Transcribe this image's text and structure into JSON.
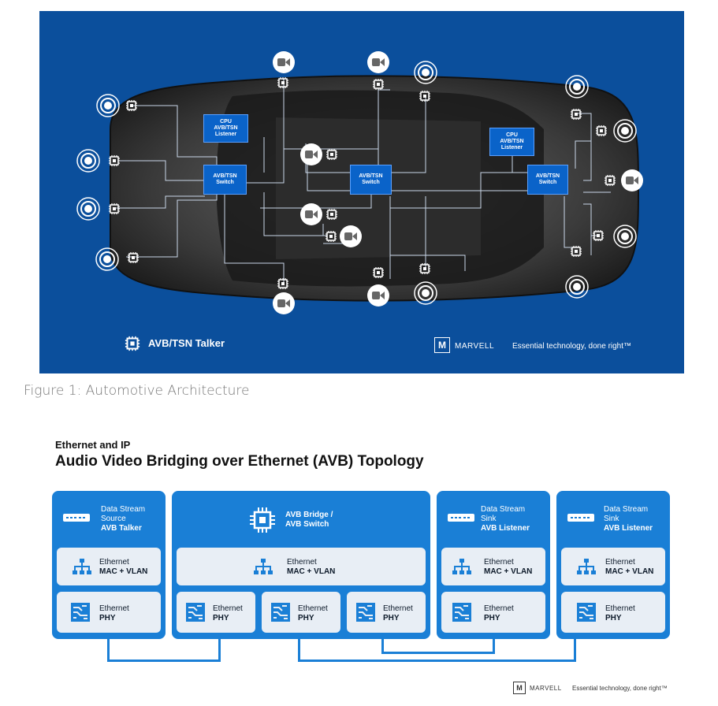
{
  "figure1": {
    "boxes": {
      "cpu_left": [
        "CPU",
        "AVB/TSN",
        "Listener"
      ],
      "switch_left": [
        "AVB/TSN",
        "Switch"
      ],
      "switch_center": [
        "AVB/TSN",
        "Switch"
      ],
      "cpu_right": [
        "CPU",
        "AVB/TSN",
        "Listener"
      ],
      "switch_right": [
        "AVB/TSN",
        "Switch"
      ]
    },
    "legend": "AVB/TSN Talker",
    "brand": "MARVELL",
    "tagline": "Essential technology, done right™",
    "colors": {
      "background": "#0b4f9c",
      "box": "#0a63c9"
    }
  },
  "caption": "Figure 1: Automotive Architecture",
  "figure2": {
    "kicker": "Ethernet and IP",
    "title": "Audio Video Bridging over Ethernet (AVB) Topology",
    "talker": {
      "line1": "Data Stream",
      "line2": "Source",
      "line3": "AVB Talker"
    },
    "bridge": {
      "line1": "AVB Bridge /",
      "line2": "AVB Switch"
    },
    "sink1": {
      "line1": "Data Stream",
      "line2": "Sink",
      "line3": "AVB Listener"
    },
    "sink2": {
      "line1": "Data Stream",
      "line2": "Sink",
      "line3": "AVB Listener"
    },
    "mac": {
      "line1": "Ethernet",
      "line2": "MAC + VLAN"
    },
    "phy": {
      "line1": "Ethernet",
      "line2": "PHY"
    },
    "brand": "MARVELL",
    "tagline": "Essential technology, done right™",
    "colors": {
      "column": "#1a7fd6",
      "cell": "#e8eef5"
    }
  }
}
